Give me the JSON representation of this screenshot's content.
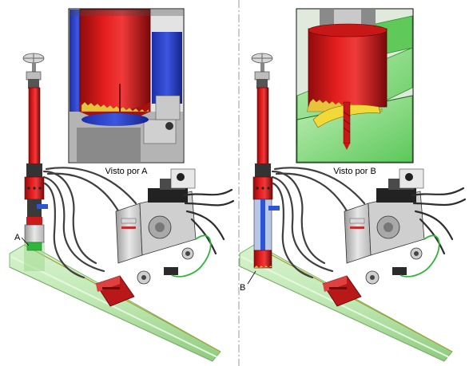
{
  "figure": {
    "panels": [
      {
        "inset_caption": "Visto por A",
        "marker": "A"
      },
      {
        "inset_caption": "Visto por B",
        "marker": "B"
      }
    ]
  }
}
